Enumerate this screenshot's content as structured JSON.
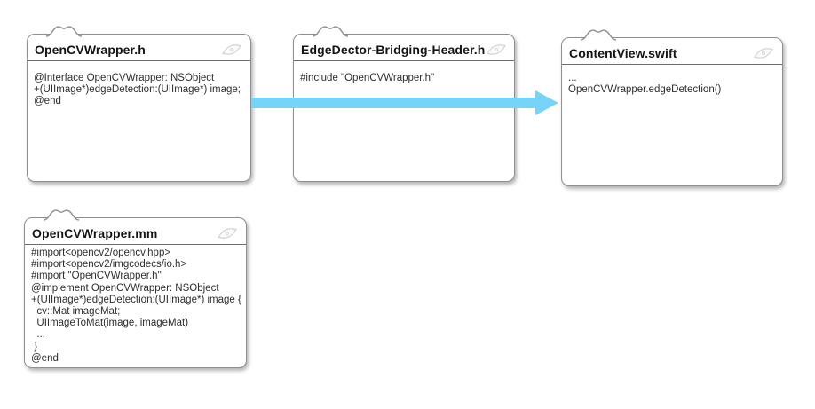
{
  "diagram": {
    "description": "iOS OpenCV bridging setup: OpenCVWrapper.h flows through bridging header to ContentView.swift"
  },
  "arrow": {
    "color": "#76d4f8",
    "direction": "right",
    "from": "OpenCVWrapper.h",
    "to": "ContentView.swift"
  },
  "icons": {
    "pencil": "pencil-icon",
    "tab": "note-tab"
  },
  "notes": [
    {
      "id": "opencvwrapper-h",
      "title": "OpenCVWrapper.h",
      "lines": [
        "@Interface OpenCVWrapper: NSObject",
        "+(UIImage*)edgeDetection:(UIImage*) image;",
        "@end"
      ]
    },
    {
      "id": "bridging-header",
      "title": "EdgeDector-Bridging-Header.h",
      "lines": [
        "#include \"OpenCVWrapper.h\""
      ]
    },
    {
      "id": "contentview-swift",
      "title": "ContentView.swift",
      "lines": [
        "...",
        "OpenCVWrapper.edgeDetection()"
      ]
    },
    {
      "id": "opencvwrapper-mm",
      "title": "OpenCVWrapper.mm",
      "lines": [
        "#import<opencv2/opencv.hpp>",
        "#import<opencv2/imgcodecs/io.h>",
        "#import \"OpenCVWrapper.h\"",
        "@implement OpenCVWrapper: NSObject",
        "+(UIImage*)edgeDetection:(UIImage*) image {",
        "  cv::Mat imageMat;",
        "  UIImageToMat(image, imageMat)",
        "  ...",
        " }",
        "@end"
      ]
    }
  ]
}
